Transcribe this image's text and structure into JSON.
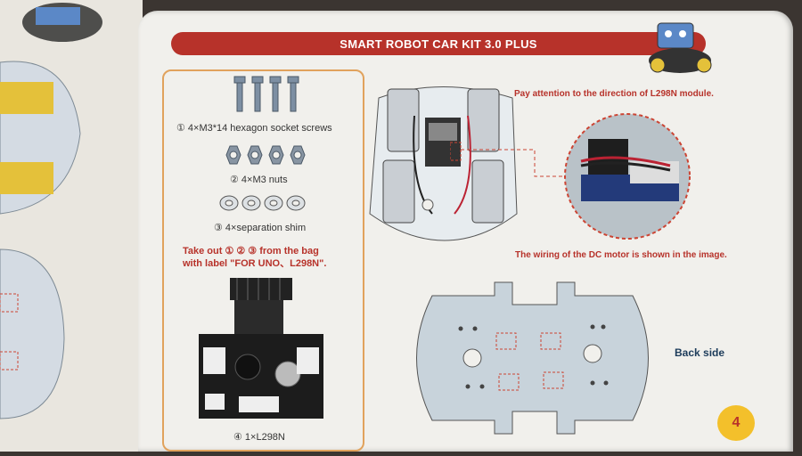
{
  "header": {
    "title": "SMART ROBOT CAR KIT 3.0 PLUS"
  },
  "parts": {
    "screws": "① 4×M3*14 hexagon socket screws",
    "nuts": "② 4×M3 nuts",
    "shims": "③ 4×separation shim",
    "instruction": "Take out ① ② ③ from the bag\nwith label \"FOR UNO、L298N\".",
    "module": "④ 1×L298N"
  },
  "notes": {
    "direction": "Pay attention to the direction of L298N module.",
    "wiring": "The wiring of the DC motor is shown in the image.",
    "back_side": "Back side"
  },
  "page_number": "4",
  "colors": {
    "banner": "#b7322a",
    "accent_orange": "#e1a25c",
    "page_badge": "#f3c02b"
  }
}
